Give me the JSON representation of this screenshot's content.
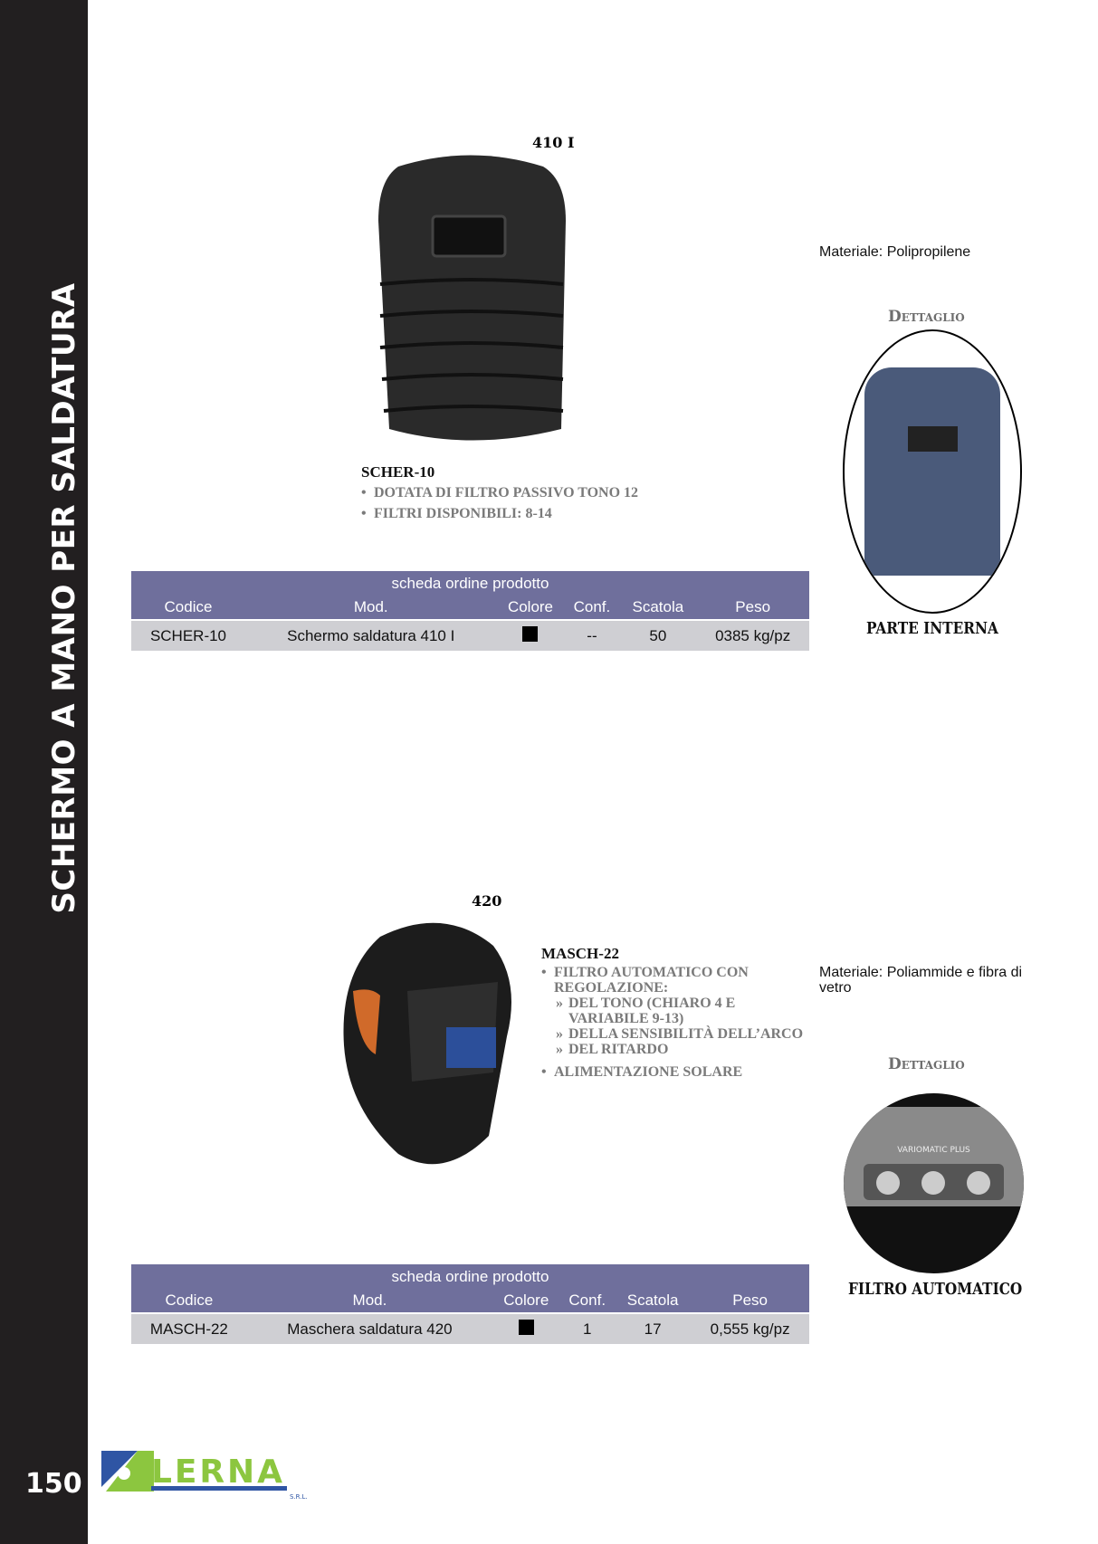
{
  "sidebar": {
    "title": "SCHERMO A MANO PER SALDATURA",
    "page_number": "150"
  },
  "products": [
    {
      "model_label": "410 I",
      "code": "SCHER-10",
      "features": [
        "DOTATA DI FILTRO PASSIVO TONO 12",
        "FILTRI DISPONIBILI: 8-14"
      ],
      "material": "Materiale: Polipropilene",
      "detail_title": "Dettaglio",
      "detail_caption": "PARTE INTERNA",
      "table": {
        "title": "scheda ordine prodotto",
        "headers": [
          "Codice",
          "Mod.",
          "Colore",
          "Conf.",
          "Scatola",
          "Peso"
        ],
        "row": {
          "codice": "SCHER-10",
          "mod": "Schermo saldatura 410 I",
          "colore": "#000000",
          "conf": "--",
          "scatola": "50",
          "peso": "0385 kg/pz"
        }
      }
    },
    {
      "model_label": "420",
      "code": "MASCH-22",
      "features": [
        "FILTRO AUTOMATICO CON REGOLAZIONE:",
        "ALIMENTAZIONE SOLARE"
      ],
      "subfeatures": [
        "DEL TONO (CHIARO 4 E VARIABILE 9-13)",
        "DELLA SENSIBILITÀ DELL’ARCO",
        "DEL RITARDO"
      ],
      "material": "Materiale: Poliammide e fibra di vetro",
      "detail_title": "Dettaglio",
      "detail_caption": "FILTRO AUTOMATICO",
      "detail_panel_text": "VARIOMATIC PLUS",
      "table": {
        "title": "scheda ordine prodotto",
        "headers": [
          "Codice",
          "Mod.",
          "Colore",
          "Conf.",
          "Scatola",
          "Peso"
        ],
        "row": {
          "codice": "MASCH-22",
          "mod": "Maschera saldatura 420",
          "colore": "#000000",
          "conf": "1",
          "scatola": "17",
          "peso": "0,555 kg/pz"
        }
      }
    }
  ],
  "logo": {
    "text": "LERNA",
    "suffix": "S.R.L."
  }
}
